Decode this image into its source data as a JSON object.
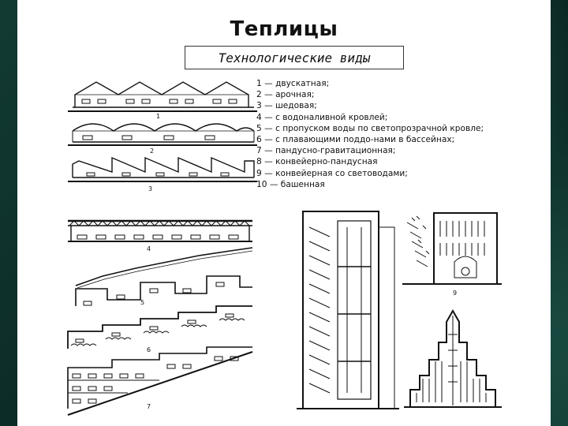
{
  "slide": {
    "title": "Теплицы",
    "subtitle": "Технологические виды",
    "legend": [
      "1 — двускатная;",
      "2 — арочная;",
      "3 — шедовая;",
      "4 — с водоналивной кровлей;",
      "5 — с пропуском воды по светопрозрачной кровле;",
      "6 — с плавающими поддо-нами в бассейнах;",
      "7 — пандусно-гравитационная;",
      "8 — конвейерно-пандусная",
      "9 — конвейерная со световодами;",
      "10 — башенная"
    ],
    "figure_labels": {
      "f1": "1",
      "f2": "2",
      "f3": "3",
      "f4": "4",
      "f5": "5",
      "f6": "6",
      "f7": "7",
      "f9": "9"
    }
  },
  "colors": {
    "background": "#0e2b26",
    "panel": "#ffffff",
    "ink": "#111111"
  }
}
